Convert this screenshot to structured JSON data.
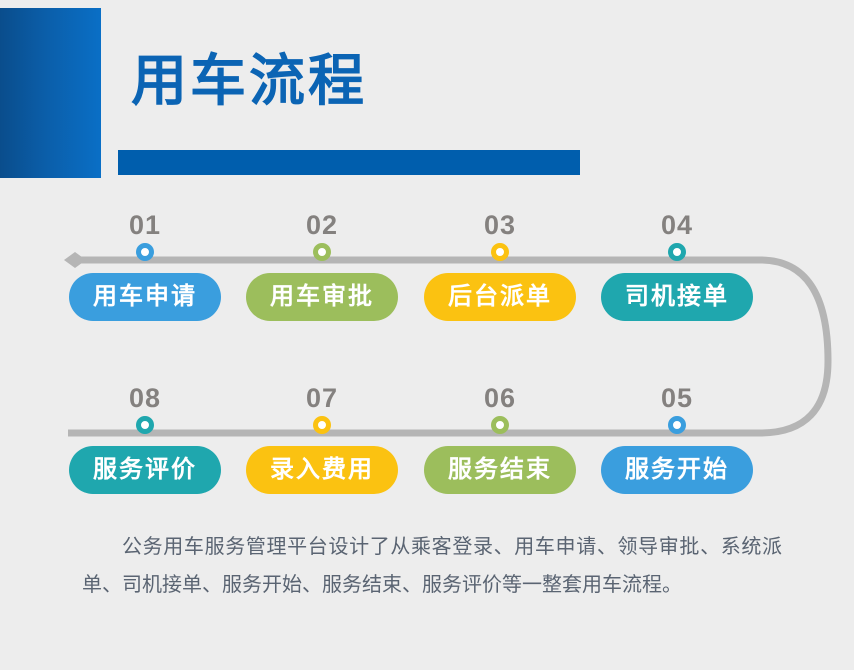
{
  "header": {
    "title": "用车流程",
    "accent_block_color": "#0b5ea9",
    "bar_color": "#005ead",
    "title_color": "#0b64b4"
  },
  "flow": {
    "track_color": "#b5b5b5",
    "number_color": "#84817f",
    "rows": [
      {
        "name": "top-row",
        "direction": "left-to-right",
        "has_start_arrow": true,
        "steps": [
          {
            "number": "01",
            "label": "用车申请",
            "color": "#3a9ede"
          },
          {
            "number": "02",
            "label": "用车审批",
            "color": "#9cbe5c"
          },
          {
            "number": "03",
            "label": "后台派单",
            "color": "#fbc211"
          },
          {
            "number": "04",
            "label": "司机接单",
            "color": "#1fa7ae"
          }
        ]
      },
      {
        "name": "bottom-row",
        "direction": "right-to-left",
        "has_start_arrow": false,
        "steps": [
          {
            "number": "08",
            "label": "服务评价",
            "color": "#1fa7ae"
          },
          {
            "number": "07",
            "label": "录入费用",
            "color": "#fbc211"
          },
          {
            "number": "06",
            "label": "服务结束",
            "color": "#9cbe5c"
          },
          {
            "number": "05",
            "label": "服务开始",
            "color": "#3a9ede"
          }
        ]
      }
    ]
  },
  "caption": {
    "text": "公务用车服务管理平台设计了从乘客登录、用车申请、领导审批、系统派单、司机接单、服务开始、服务结束、服务评价等一整套用车流程。"
  }
}
